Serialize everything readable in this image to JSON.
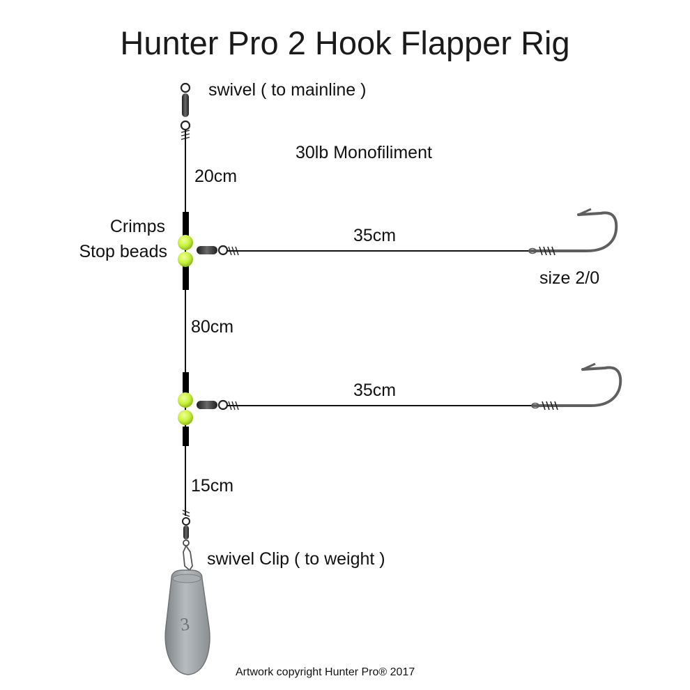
{
  "title": "Hunter Pro 2 Hook Flapper Rig",
  "labels": {
    "swivel_top": "swivel ( to mainline )",
    "line_spec": "30lb Monofiliment",
    "length_top": "20cm",
    "crimps": "Crimps",
    "stop_beads": "Stop beads",
    "snood_upper": "35cm",
    "hook_size": "size 2/0",
    "length_middle": "80cm",
    "snood_lower": "35cm",
    "length_bottom": "15cm",
    "swivel_clip": "swivel Clip ( to weight )",
    "sinker_number": "3",
    "copyright": "Artwork copyright Hunter Pro® 2017"
  },
  "colors": {
    "line": "#111111",
    "crimp": "#000000",
    "bead": "#c6f23a",
    "hook": "#5f5f5f",
    "sinker": "#9ea3a6"
  }
}
